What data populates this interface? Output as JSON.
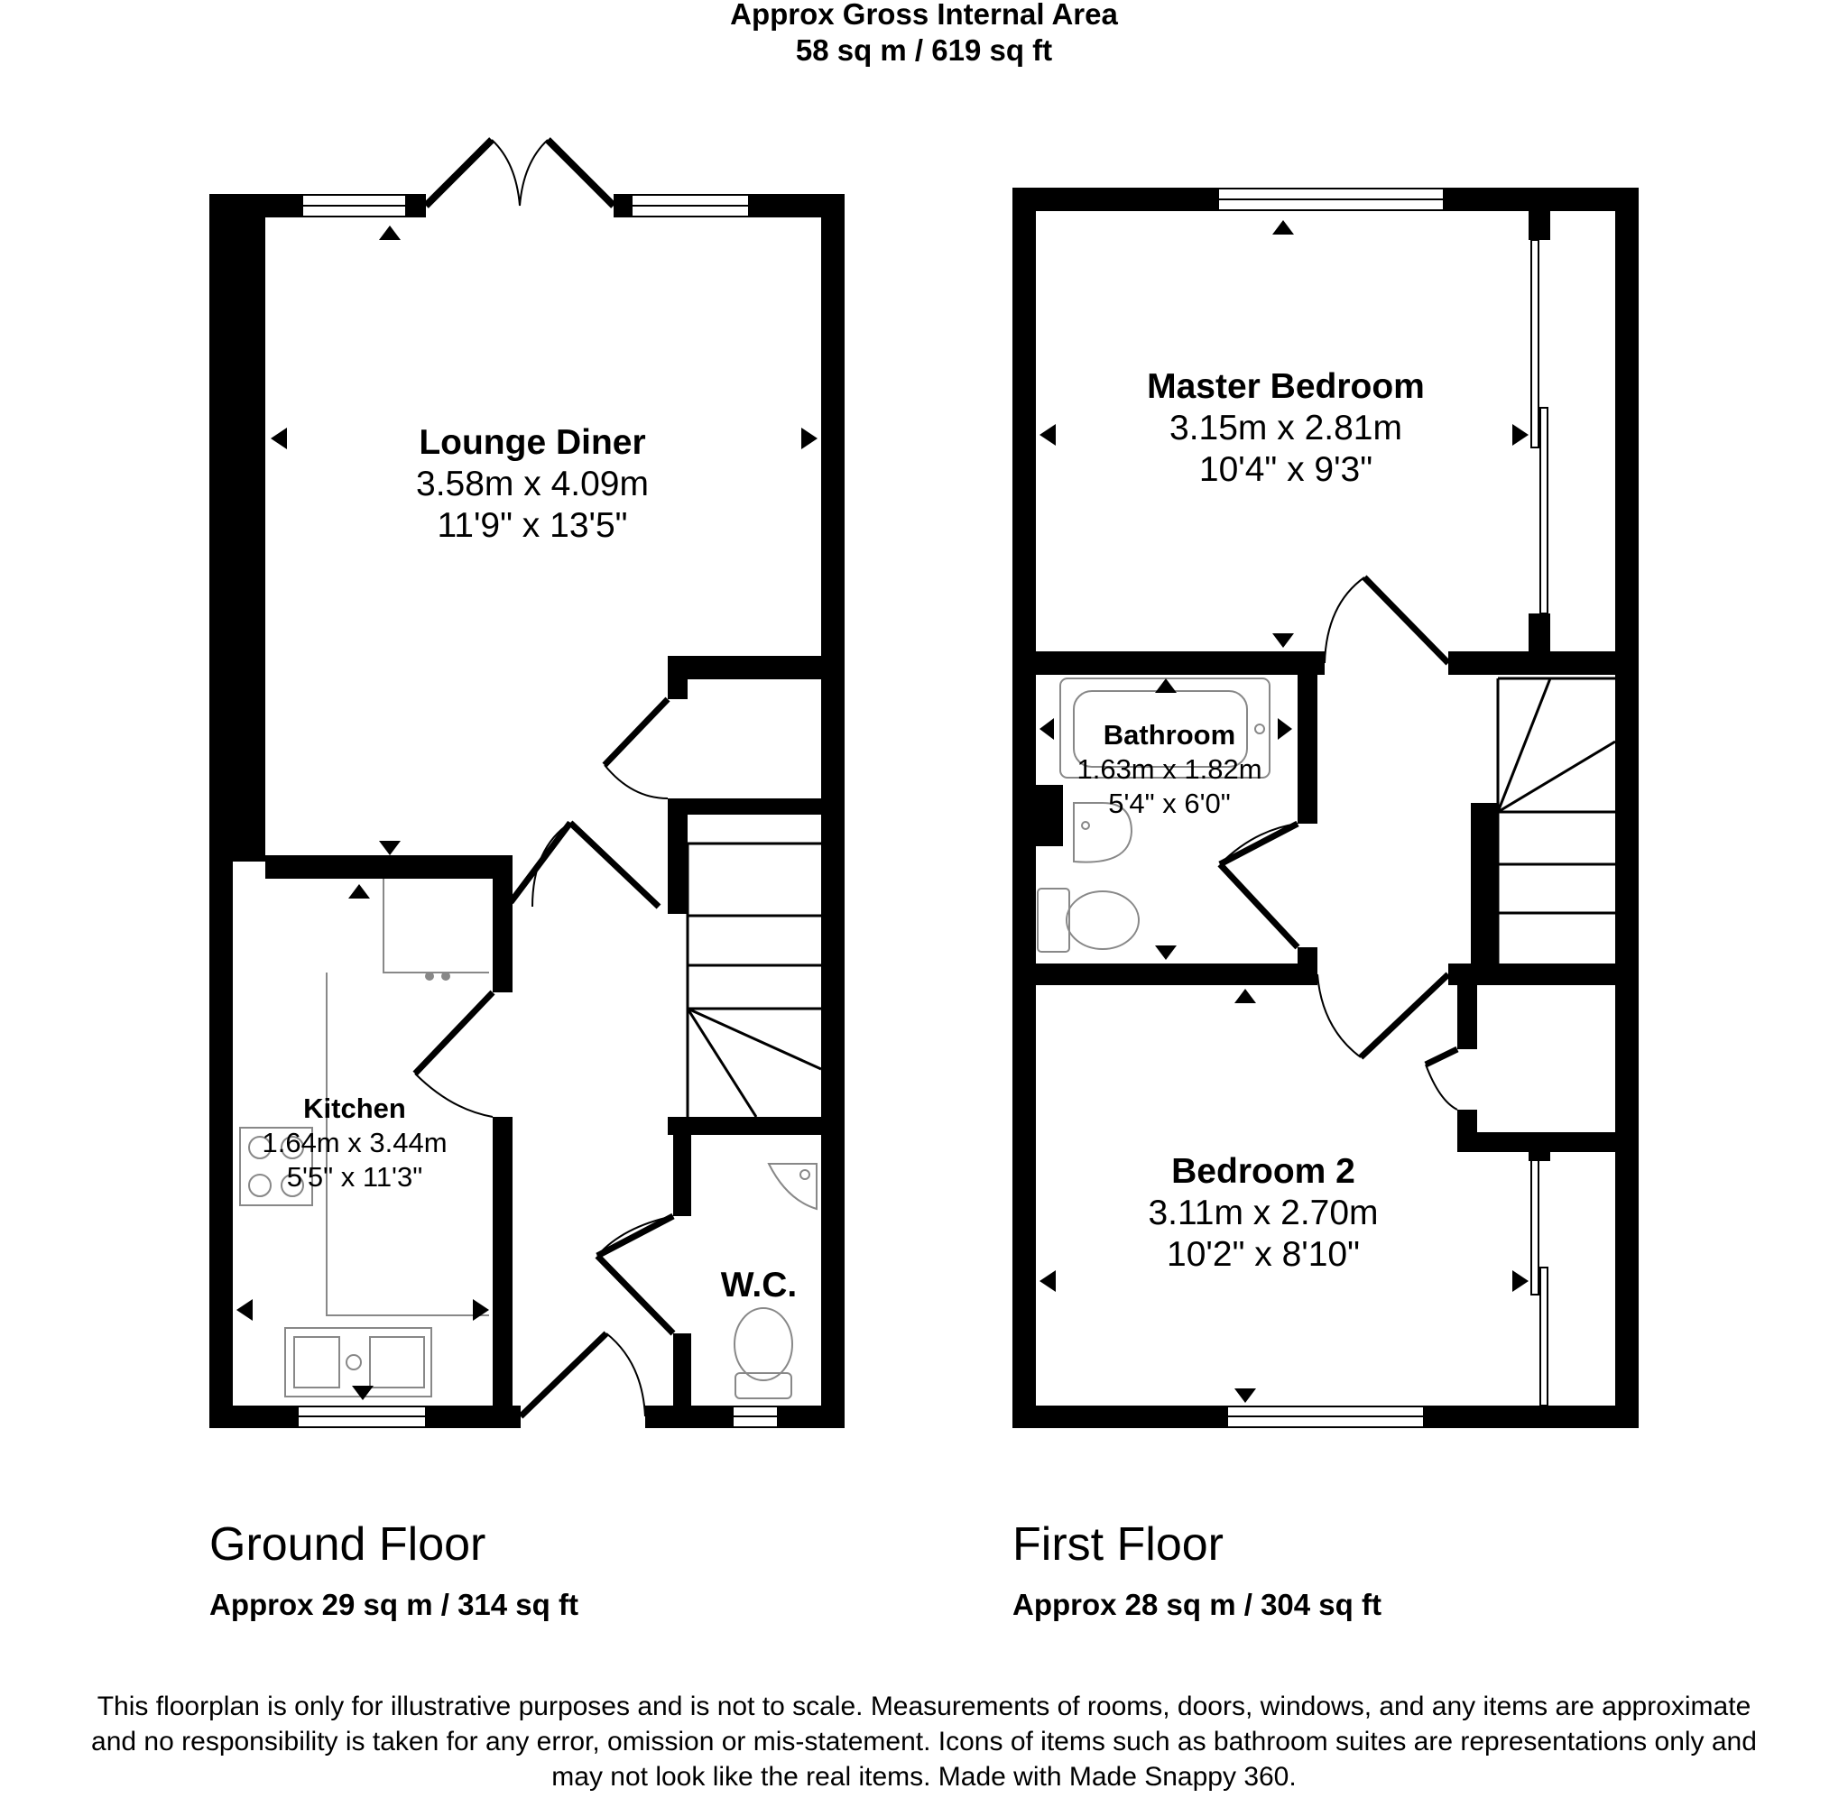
{
  "header": {
    "line1": "Approx Gross Internal Area",
    "line2": "58 sq m / 619 sq ft"
  },
  "ground_floor": {
    "title": "Ground Floor",
    "area": "Approx 29 sq m / 314 sq ft",
    "rooms": {
      "lounge": {
        "name": "Lounge Diner",
        "metric": "3.58m x 4.09m",
        "imperial": "11'9\" x 13'5\""
      },
      "kitchen": {
        "name": "Kitchen",
        "metric": "1.64m x 3.44m",
        "imperial": "5'5\" x 11'3\""
      },
      "wc": {
        "name": "W.C."
      }
    }
  },
  "first_floor": {
    "title": "First Floor",
    "area": "Approx 28 sq m / 304 sq ft",
    "rooms": {
      "master": {
        "name": "Master Bedroom",
        "metric": "3.15m x 2.81m",
        "imperial": "10'4\" x 9'3\""
      },
      "bathroom": {
        "name": "Bathroom",
        "metric": "1.63m x 1.82m",
        "imperial": "5'4\" x 6'0\""
      },
      "bedroom2": {
        "name": "Bedroom 2",
        "metric": "3.11m x 2.70m",
        "imperial": "10'2\" x 8'10\""
      }
    }
  },
  "disclaimer": {
    "line1": "This floorplan is only for illustrative purposes and is not to scale. Measurements of rooms, doors, windows, and any items are approximate",
    "line2": "and no responsibility is taken for any error, omission or mis-statement. Icons of items such as bathroom suites are representations only and",
    "line3": "may not look like the real items. Made with Made Snappy 360."
  },
  "colors": {
    "wall": "#000000",
    "fixture": "#999999",
    "background": "#ffffff"
  }
}
